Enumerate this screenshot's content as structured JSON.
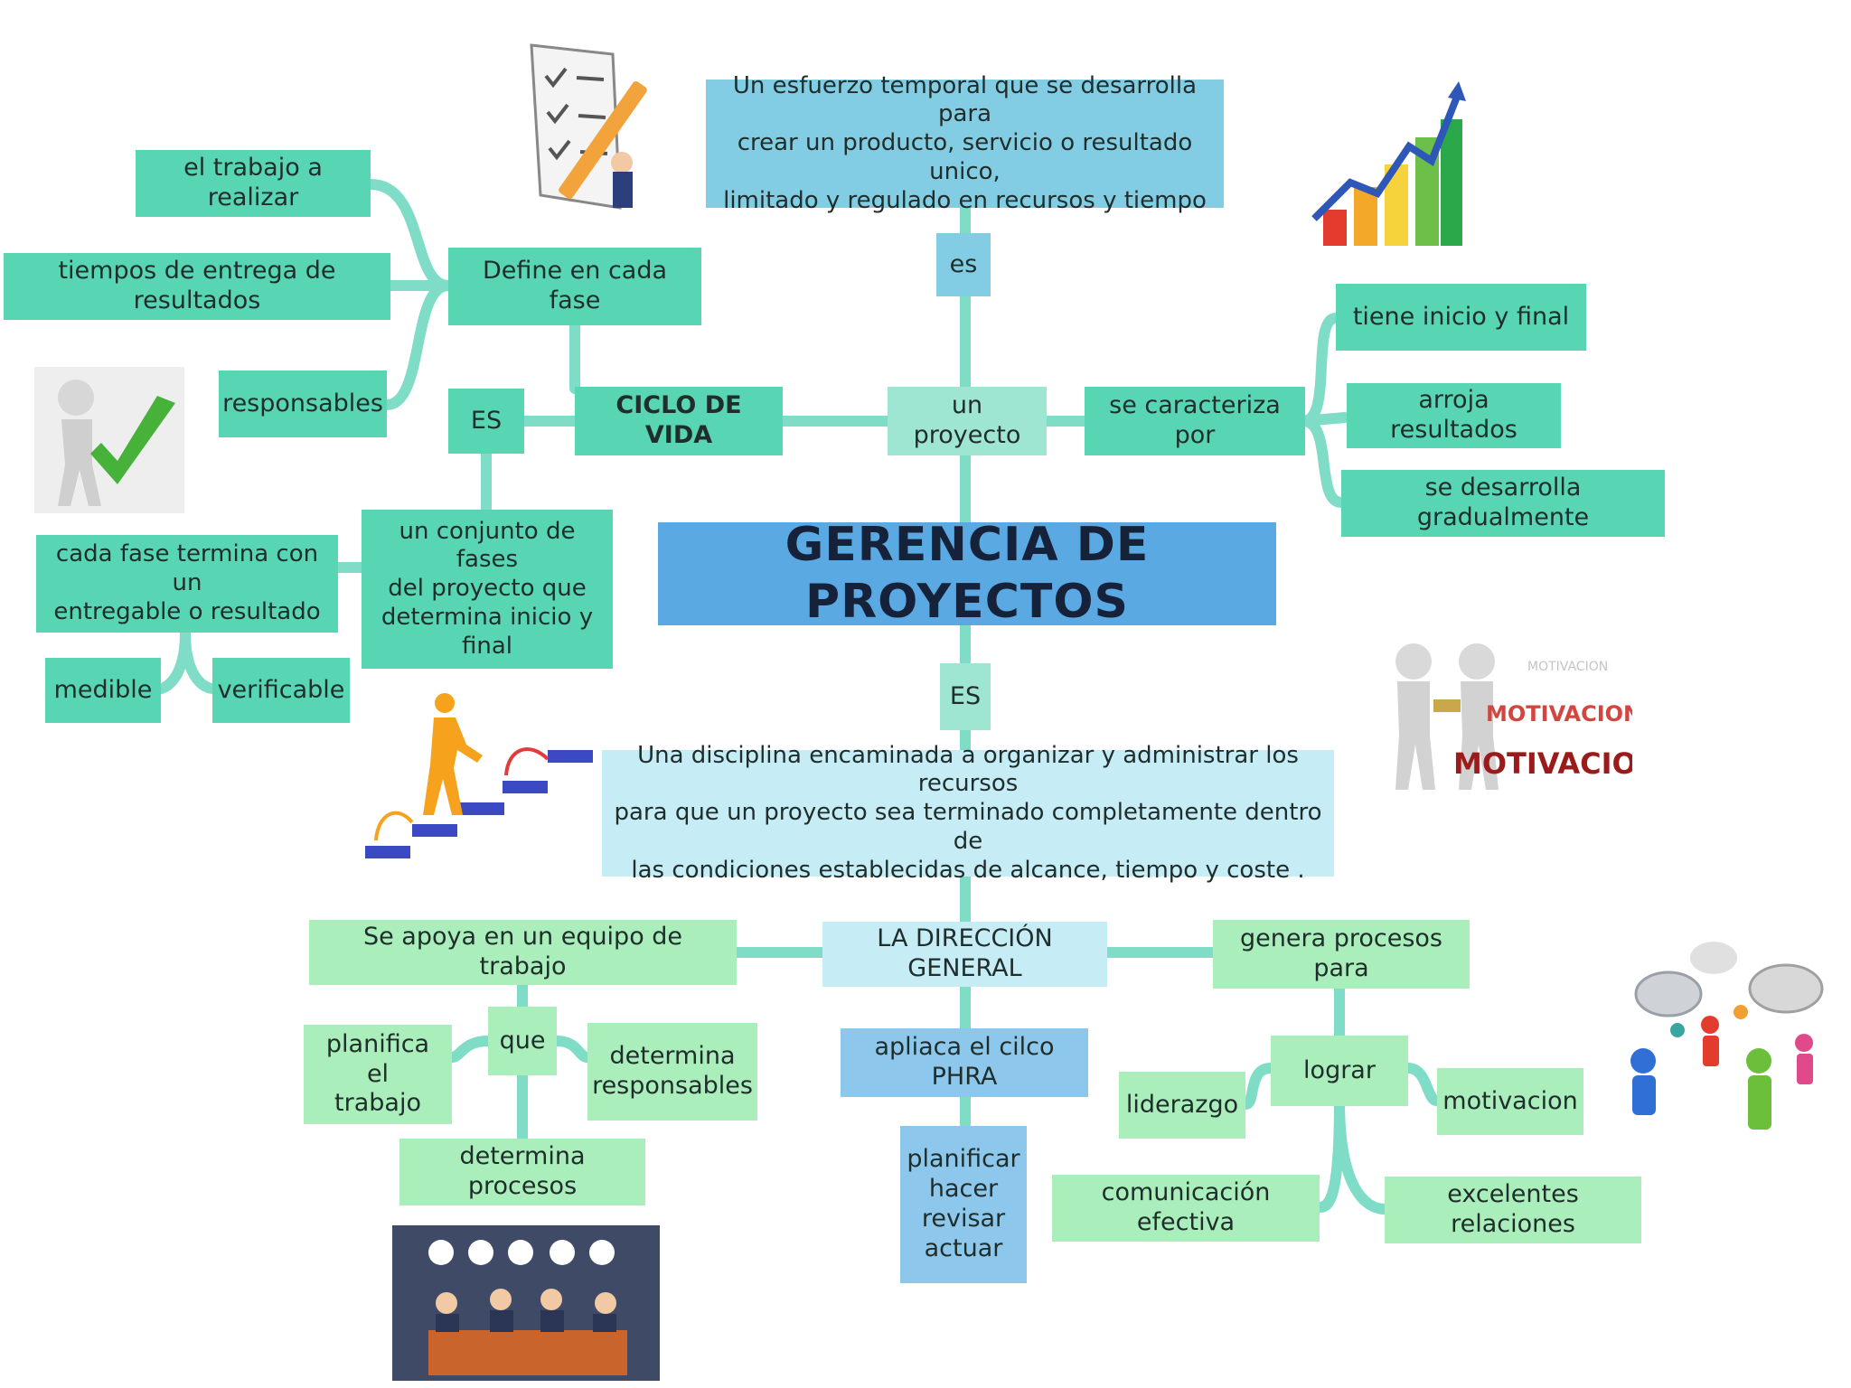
{
  "diagram": {
    "title": "GERENCIA DE PROYECTOS",
    "definition": "Un esfuerzo temporal que se desarrolla para\ncrear un producto, servicio o resultado unico,\nlimitado y regulado en recursos y tiempo",
    "link_es_top": "es",
    "project": "un proyecto",
    "characterized_by": "se caracteriza por",
    "characteristics": [
      "tiene inicio y final",
      "arroja resultados",
      "se desarrolla gradualmente"
    ],
    "life_cycle": "CICLO DE VIDA",
    "link_es_cycle": "ES",
    "defines": "Define en cada fase",
    "defines_items": [
      "el trabajo a realizar",
      "tiempos de entrega de resultados",
      "responsables"
    ],
    "phases": "un conjunto de fases\ndel proyecto que\ndetermina inicio y\nfinal",
    "phase_ends": "cada fase termina con un\nentregable o resultado",
    "phase_qualities": [
      "medible",
      "verificable"
    ],
    "link_es_main": "ES",
    "discipline": "Una disciplina encaminada a organizar y administrar los recursos\npara que un proyecto sea terminado completamente dentro de\nlas condiciones establecidas de alcance, tiempo y coste .",
    "direction": "LA DIRECCIÓN GENERAL",
    "team": "Se apoya en un equipo de trabajo",
    "link_que": "que",
    "team_items": [
      "planifica el\ntrabajo",
      "determina\nresponsables",
      "determina procesos"
    ],
    "cycle_phra": "apliaca el cilco PHRA",
    "phra_steps": "planificar\nhacer\nrevisar\nactuar",
    "generates": "genera procesos para",
    "achieve": "lograr",
    "achieve_items": [
      "liderazgo",
      "motivacion",
      "comunicación efectiva",
      "excelentes relaciones"
    ]
  },
  "images": {
    "motivation_small": "MOTIVACION",
    "motivation_mid": "MOTIVACION",
    "motivation_big": "MOTIVACION"
  },
  "colors": {
    "teal": "#58d6b4",
    "light_teal": "#9fe6d2",
    "blue": "#83cde4",
    "mint": "#a9eebb",
    "light_blue": "#c6ecf6",
    "sky": "#8dc8ec",
    "title": "#5aa9e3",
    "connector": "#7fdcc6"
  },
  "icons": [
    "checklist-pencil-icon",
    "growth-chart-icon",
    "checkmark-figure-icon",
    "stairs-climber-icon",
    "motivation-handshake-icon",
    "speech-people-icon",
    "team-meeting-icon"
  ]
}
